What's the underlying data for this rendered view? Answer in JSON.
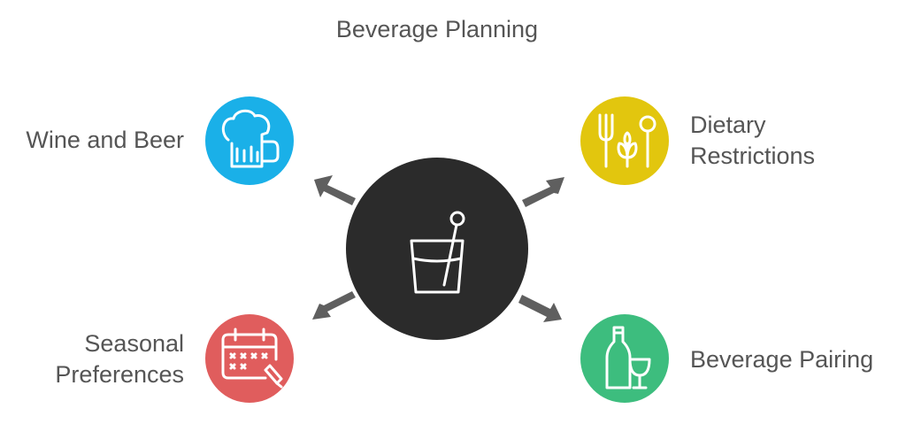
{
  "title": "Beverage Planning",
  "center": {
    "icon": "cocktail-glass-icon",
    "color": "#2b2b2b"
  },
  "items": [
    {
      "label": "Wine and Beer",
      "icon": "beer-mug-icon",
      "color": "#1ab0e8"
    },
    {
      "label": "Dietary\nRestrictions",
      "icon": "utensils-leaf-icon",
      "color": "#e2c60e"
    },
    {
      "label": "Seasonal\nPreferences",
      "icon": "calendar-pen-icon",
      "color": "#e05d5d"
    },
    {
      "label": "Beverage Pairing",
      "icon": "wine-bottle-glass-icon",
      "color": "#3dbd7e"
    }
  ],
  "arrow_color": "#5f5f5f"
}
